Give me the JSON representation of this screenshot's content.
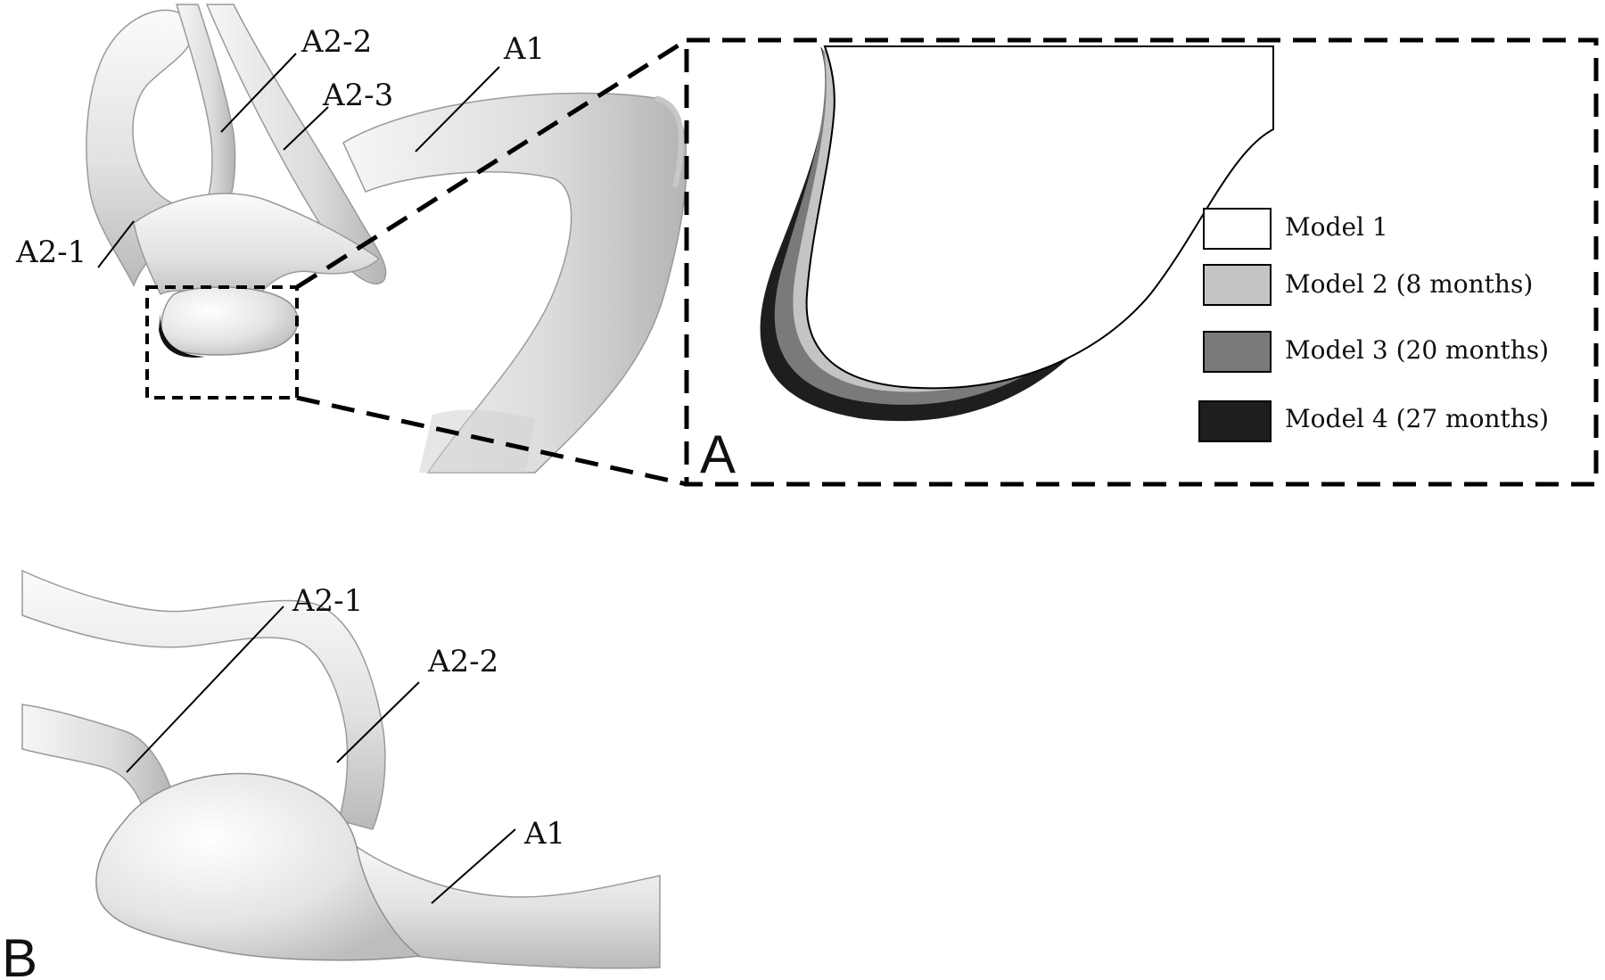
{
  "panel_a": {
    "letter": "A",
    "labels": {
      "a2_2": "A2-2",
      "a2_3": "A2-3",
      "a1": "A1",
      "a2_1": "A2-1"
    },
    "legend": [
      {
        "label": "Model 1",
        "color": "#ffffff"
      },
      {
        "label": "Model 2 (8 months)",
        "color": "#c4c4c4"
      },
      {
        "label": "Model 3 (20 months)",
        "color": "#7a7a7a"
      },
      {
        "label": "Model 4 (27 months)",
        "color": "#1e1e1e"
      }
    ]
  },
  "panel_b": {
    "letter": "B",
    "labels": {
      "a2_1": "A2-1",
      "a2_2": "A2-2",
      "a1": "A1"
    }
  }
}
